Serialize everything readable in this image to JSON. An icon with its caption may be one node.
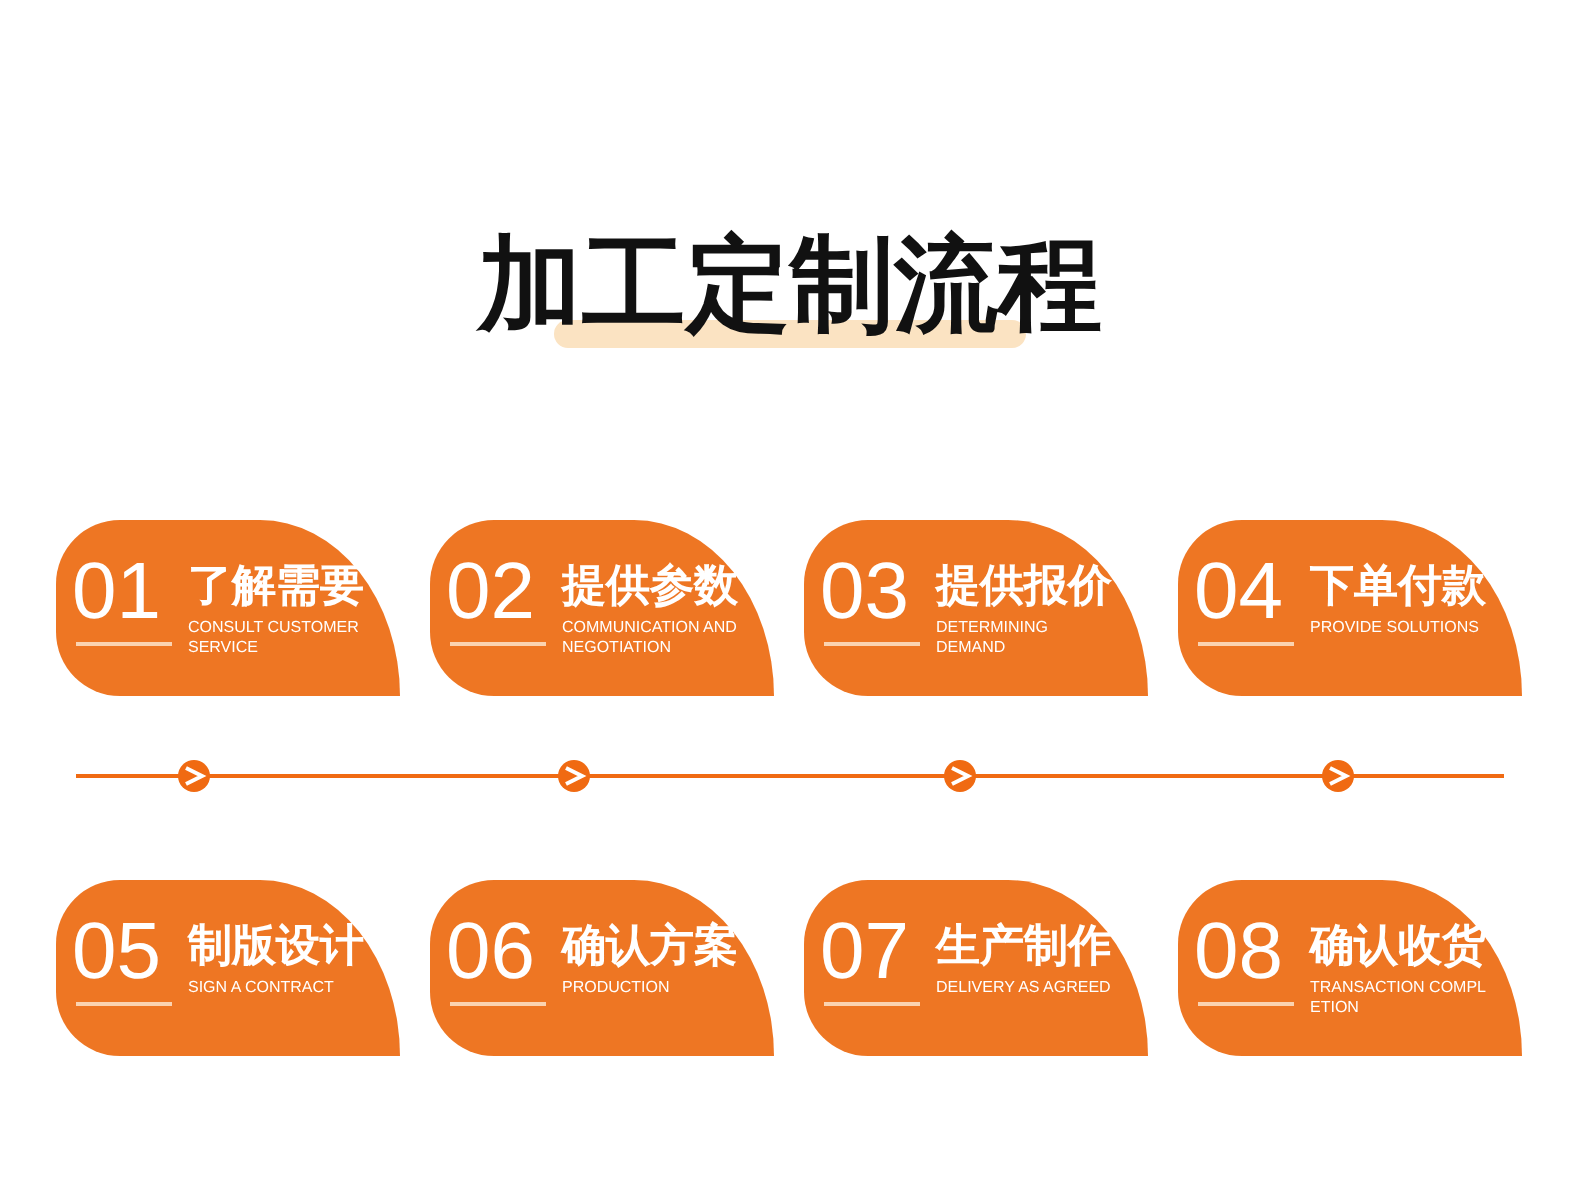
{
  "diagram": {
    "title": "加工定制流程",
    "nodes": [
      {
        "text": [
          "01",
          "了解需要",
          "CONSULT CUSTOMER SERVICE"
        ]
      },
      {
        "text": [
          "02",
          "提供参数",
          "COMMUNICATION AND NEGOTIATION"
        ]
      },
      {
        "text": [
          "03",
          "提供报价",
          "DETERMINING DEMAND"
        ]
      },
      {
        "text": [
          "04",
          "下单付款",
          "PROVIDE SOLUTIONS"
        ]
      },
      {
        "text": [
          "05",
          "制版设计",
          "SIGN A CONTRACT"
        ]
      },
      {
        "text": [
          "06",
          "确认方案",
          "PRODUCTION"
        ]
      },
      {
        "text": [
          "07",
          "生产制作",
          "DELIVERY AS AGREED"
        ]
      },
      {
        "text": [
          "08",
          "确认收货",
          "TRANSACTION COMPL ETION"
        ]
      }
    ]
  }
}
